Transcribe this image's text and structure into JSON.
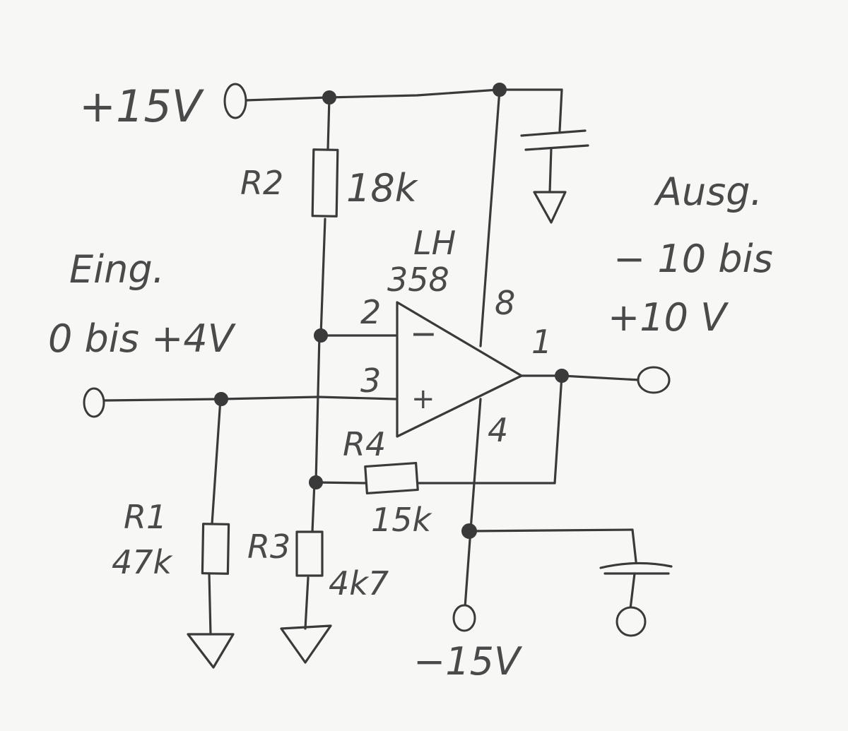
{
  "supply_pos": "+15V",
  "supply_neg": "−15V",
  "input": {
    "line1": "Eing.",
    "line2": "0 bis +4V"
  },
  "output": {
    "line1": "Ausg.",
    "line2": "− 10 bis",
    "line3": "+10 V"
  },
  "opamp": {
    "line1": "LH",
    "line2": "358",
    "minus": "−",
    "plus": "+"
  },
  "pins": {
    "p2": "2",
    "p3": "3",
    "p8": "8",
    "p1": "1",
    "p4": "4"
  },
  "resistors": {
    "r1": {
      "name": "R1",
      "value": "47k"
    },
    "r2": {
      "name": "R2",
      "value": "18k"
    },
    "r3": {
      "name": "R3",
      "value": "4k7"
    },
    "r4": {
      "name": "R4",
      "value": "15k"
    }
  }
}
